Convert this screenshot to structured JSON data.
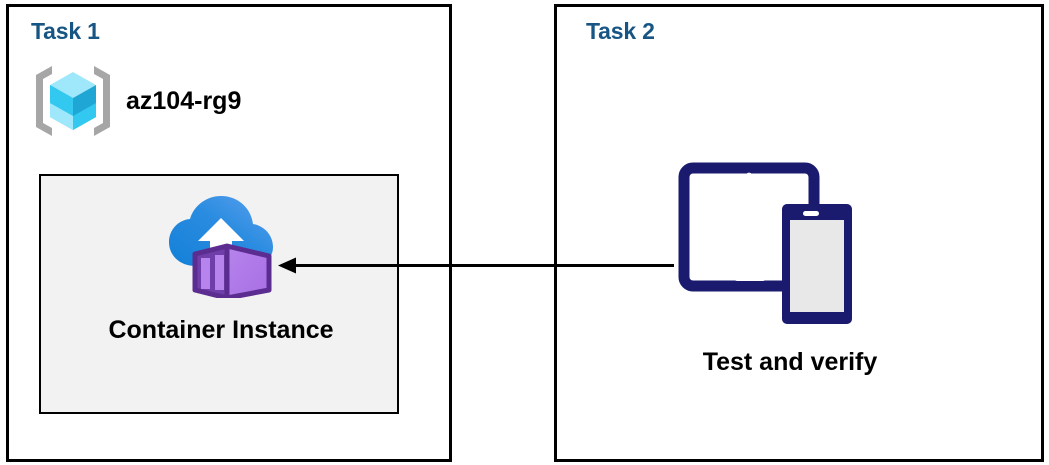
{
  "diagram": {
    "type": "azure-architecture-task-diagram",
    "background_color": "#ffffff",
    "title_color": "#175684",
    "border_color": "#000000",
    "card_fill_color": "#f2f2f2",
    "device_icon_color": "#1a1a6e"
  },
  "task1": {
    "title": "Task 1",
    "resource_group": {
      "icon": "azure-resource-group-icon",
      "name": "az104-rg9"
    },
    "resource_card": {
      "icon": "azure-container-instance-icon",
      "label": "Container Instance"
    }
  },
  "task2": {
    "title": "Task 2",
    "action": {
      "icon": "tablet-and-phone-devices-icon",
      "label": "Test and verify"
    }
  },
  "connector": {
    "name": "arrow-task2-to-task1",
    "direction": "right-to-left",
    "from": "Test and verify",
    "to": "Container Instance",
    "color": "#000000"
  }
}
